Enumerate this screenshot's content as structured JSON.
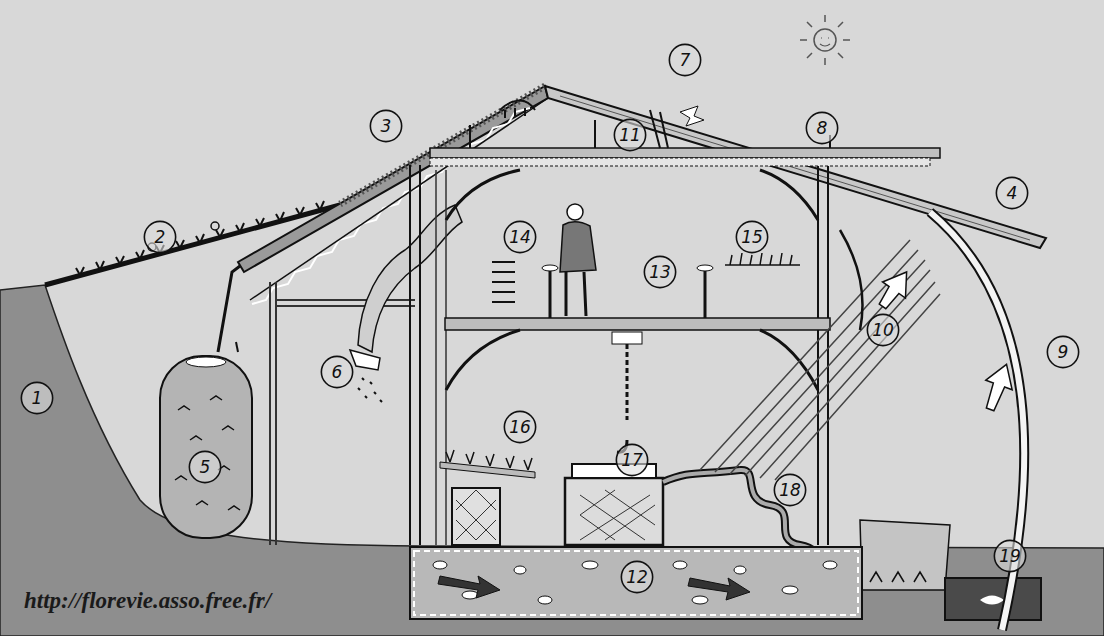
{
  "diagram": {
    "nodes": [
      {
        "text": [
          "1"
        ]
      },
      {
        "text": [
          "2"
        ]
      },
      {
        "text": [
          "3"
        ]
      },
      {
        "text": [
          "4"
        ]
      },
      {
        "text": [
          "5"
        ]
      },
      {
        "text": [
          "6"
        ]
      },
      {
        "text": [
          "7"
        ]
      },
      {
        "text": [
          "8"
        ]
      },
      {
        "text": [
          "9"
        ]
      },
      {
        "text": [
          "10"
        ]
      },
      {
        "text": [
          "11"
        ]
      },
      {
        "text": [
          "12"
        ]
      },
      {
        "text": [
          "13"
        ]
      },
      {
        "text": [
          "14"
        ]
      },
      {
        "text": [
          "15"
        ]
      },
      {
        "text": [
          "16"
        ]
      },
      {
        "text": [
          "17"
        ]
      },
      {
        "text": [
          "18"
        ]
      },
      {
        "text": [
          "19"
        ]
      }
    ],
    "labels": [
      "http://florevie.asso.free.fr/"
    ]
  }
}
